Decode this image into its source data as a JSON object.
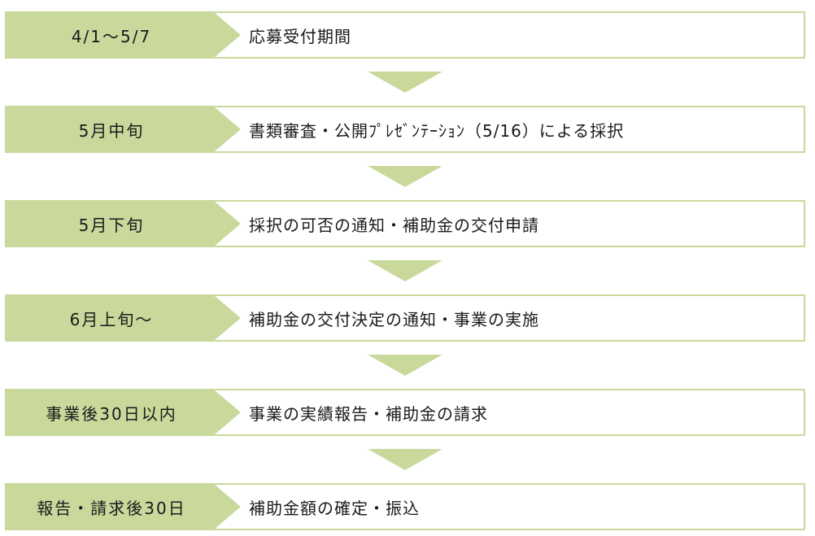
{
  "flow": {
    "steps": [
      {
        "period": "4/1～5/7",
        "description": "応募受付期間"
      },
      {
        "period": "5月中旬",
        "description": "書類審査・公開ﾌﾟﾚｾﾞﾝﾃｰｼｮﾝ（5/16）による採択"
      },
      {
        "period": "5月下旬",
        "description": "採択の可否の通知・補助金の交付申請"
      },
      {
        "period": "6月上旬～",
        "description": "補助金の交付決定の通知・事業の実施"
      },
      {
        "period": "事業後30日以内",
        "description": "事業の実績報告・補助金の請求"
      },
      {
        "period": "報告・請求後30日",
        "description": "補助金額の確定・振込"
      }
    ]
  },
  "colors": {
    "accent": "#c8d99b",
    "text": "#1a1a1a",
    "background": "#ffffff"
  }
}
